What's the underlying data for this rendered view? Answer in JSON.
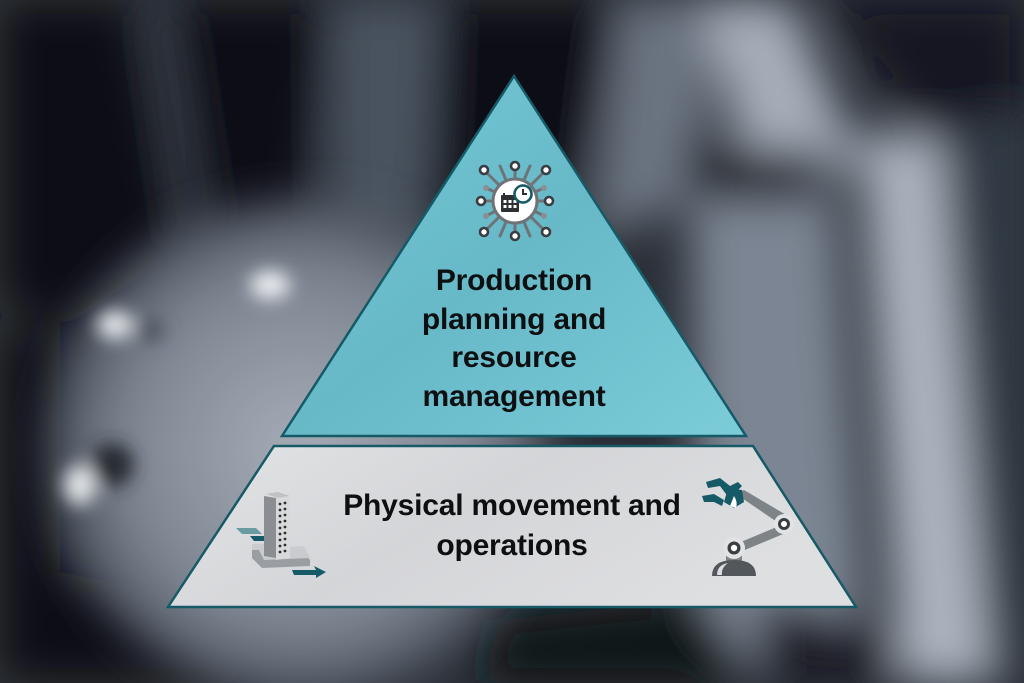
{
  "pyramid": {
    "top_tier": {
      "label": "Production planning and resource management",
      "lines": [
        "Production",
        "planning and",
        "resource",
        "management"
      ],
      "icon": "scheduling-network-icon",
      "fill_color": "#6cc1d0",
      "border_color": "#155a66"
    },
    "bottom_tier": {
      "label": "Physical movement and operations",
      "lines": [
        "Physical movement and",
        "operations"
      ],
      "icons": [
        "machine-tool-icon",
        "robot-arm-icon"
      ],
      "fill_color": "#dcdddf",
      "border_color": "#155a66"
    }
  },
  "background": {
    "description": "blurred turbine fan blades",
    "colors": [
      "#0b0e13",
      "#5b6472",
      "#9aa3b0"
    ]
  }
}
